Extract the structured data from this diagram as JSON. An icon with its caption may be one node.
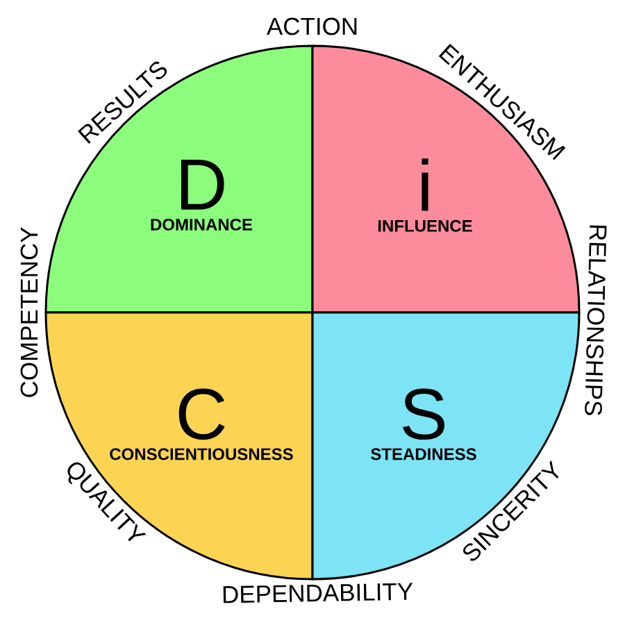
{
  "diagram": {
    "nodes": [
      {
        "text": [
          "D",
          "DOMINANCE"
        ]
      },
      {
        "text": [
          "i",
          "INFLUENCE"
        ]
      },
      {
        "text": [
          "C",
          "CONSCIENTIOUSNESS"
        ]
      },
      {
        "text": [
          "S",
          "STEADINESS"
        ]
      }
    ],
    "labels": [
      "ACTION",
      "ENTHUSIASM",
      "RELATIONSHIPS",
      "SINCERITY",
      "DEPENDABILITY",
      "QUALITY",
      "COMPETENCY",
      "RESULTS"
    ]
  }
}
